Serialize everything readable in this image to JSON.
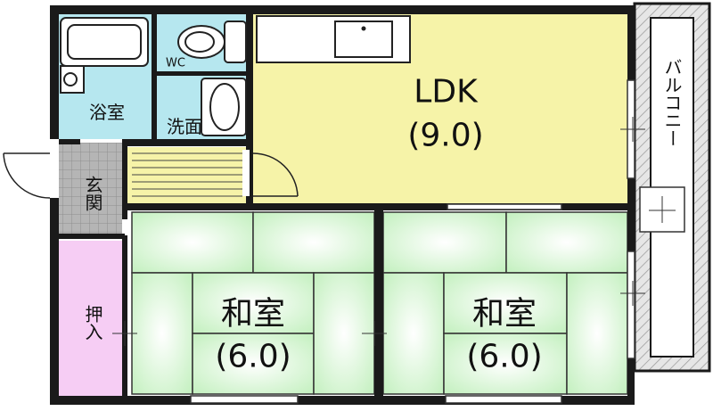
{
  "rooms": {
    "ldk": {
      "name": "LDK",
      "size": "(9.0)"
    },
    "washitsu_left": {
      "name": "和室",
      "size": "(6.0)"
    },
    "washitsu_right": {
      "name": "和室",
      "size": "(6.0)"
    },
    "bath": {
      "name": "浴室"
    },
    "wc": {
      "name": "WC"
    },
    "washroom": {
      "name": "洗面"
    },
    "entrance": {
      "name": "玄関"
    },
    "closet": {
      "name": "押入"
    },
    "balcony": {
      "name": "バルコニー"
    }
  },
  "colors": {
    "ldk": "#f6f3a8",
    "washitsu": "#c7f1c3",
    "wet_area": "#b6e7ef",
    "closet": "#f6cdf4",
    "wall": "#1a1a1a",
    "entrance_tile": "#b5b5b5"
  }
}
